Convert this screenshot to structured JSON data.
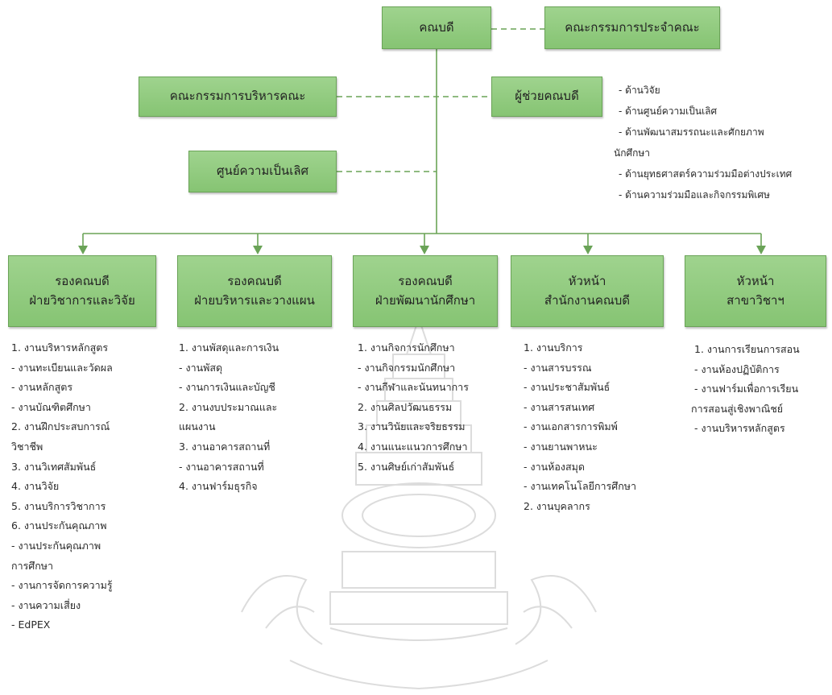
{
  "top": {
    "dean": "คณบดี",
    "faculty_committee": "คณะกรรมการประจำคณะ",
    "admin_committee": "คณะกรรมการบริหารคณะ",
    "assistant_dean": "ผู้ช่วยคณบดี",
    "excellence_center": "ศูนย์ความเป็นเลิศ"
  },
  "assistant_areas": [
    "- ด้านวิจัย",
    "- ด้านศูนย์ความเป็นเลิศ",
    "- ด้านพัฒนาสมรรถนะและศักยภาพ",
    "นักศึกษา",
    "- ด้านยุทธศาสตร์ความร่วมมือต่างประเทศ",
    "- ด้านความร่วมมือและกิจกรรมพิเศษ"
  ],
  "units": [
    {
      "line1": "รองคณบดี",
      "line2": "ฝ่ายวิชาการและวิจัย",
      "tasks": [
        "1. งานบริหารหลักสูตร",
        "- งานทะเบียนและวัดผล",
        "- งานหลักสูตร",
        "- งานบัณฑิตศึกษา",
        "2. งานฝึกประสบการณ์",
        "วิชาชีพ",
        "3. งานวิเทศสัมพันธ์",
        "4. งานวิจัย",
        "5. งานบริการวิชาการ",
        "6. งานประกันคุณภาพ",
        "- งานประกันคุณภาพ",
        "การศึกษา",
        "- งานการจัดการความรู้",
        "- งานความเสี่ยง",
        "- EdPEX"
      ]
    },
    {
      "line1": "รองคณบดี",
      "line2": "ฝ่ายบริหารและวางแผน",
      "tasks": [
        "1. งานพัสดุและการเงิน",
        "- งานพัสดุ",
        "- งานการเงินและบัญชี",
        "2. งานงบประมาณและ",
        "แผนงาน",
        "3. งานอาคารสถานที่",
        "- งานอาคารสถานที่",
        "4. งานฟาร์มธุรกิจ"
      ]
    },
    {
      "line1": "รองคณบดี",
      "line2": "ฝ่ายพัฒนานักศึกษา",
      "tasks": [
        "1. งานกิจการนักศึกษา",
        "- งานกิจกรรมนักศึกษา",
        "- งานกีฬาและนันทนาการ",
        "2. งานศิลปวัฒนธรรม",
        "3. งานวินัยและจริยธรรม",
        "4. งานแนะแนวการศึกษา",
        "5. งานศิษย์เก่าสัมพันธ์"
      ]
    },
    {
      "line1": "หัวหน้า",
      "line2": "สำนักงานคณบดี",
      "tasks": [
        "1. งานบริการ",
        "- งานสารบรรณ",
        "- งานประชาสัมพันธ์",
        "- งานสารสนเทศ",
        "- งานเอกสารการพิมพ์",
        "- งานยานพาหนะ",
        "- งานห้องสมุด",
        "- งานเทคโนโลยีการศึกษา",
        "2. งานบุคลากร"
      ]
    },
    {
      "line1": "หัวหน้า",
      "line2": "สาขาวิชาฯ",
      "tasks": [
        "1. งานการเรียนการสอน",
        "- งานห้องปฏิบัติการ",
        "- งานฟาร์มเพื่อการเรียน",
        "การสอนสู่เชิงพาณิชย์",
        "- งานบริหารหลักสูตร"
      ]
    }
  ],
  "colors": {
    "box_fill": "#8fca7c",
    "box_border": "#6aa357",
    "connector": "#6aa357",
    "dashed": "#6aa357",
    "text": "#2a2a2a",
    "watermark": "#d9d9d9"
  }
}
